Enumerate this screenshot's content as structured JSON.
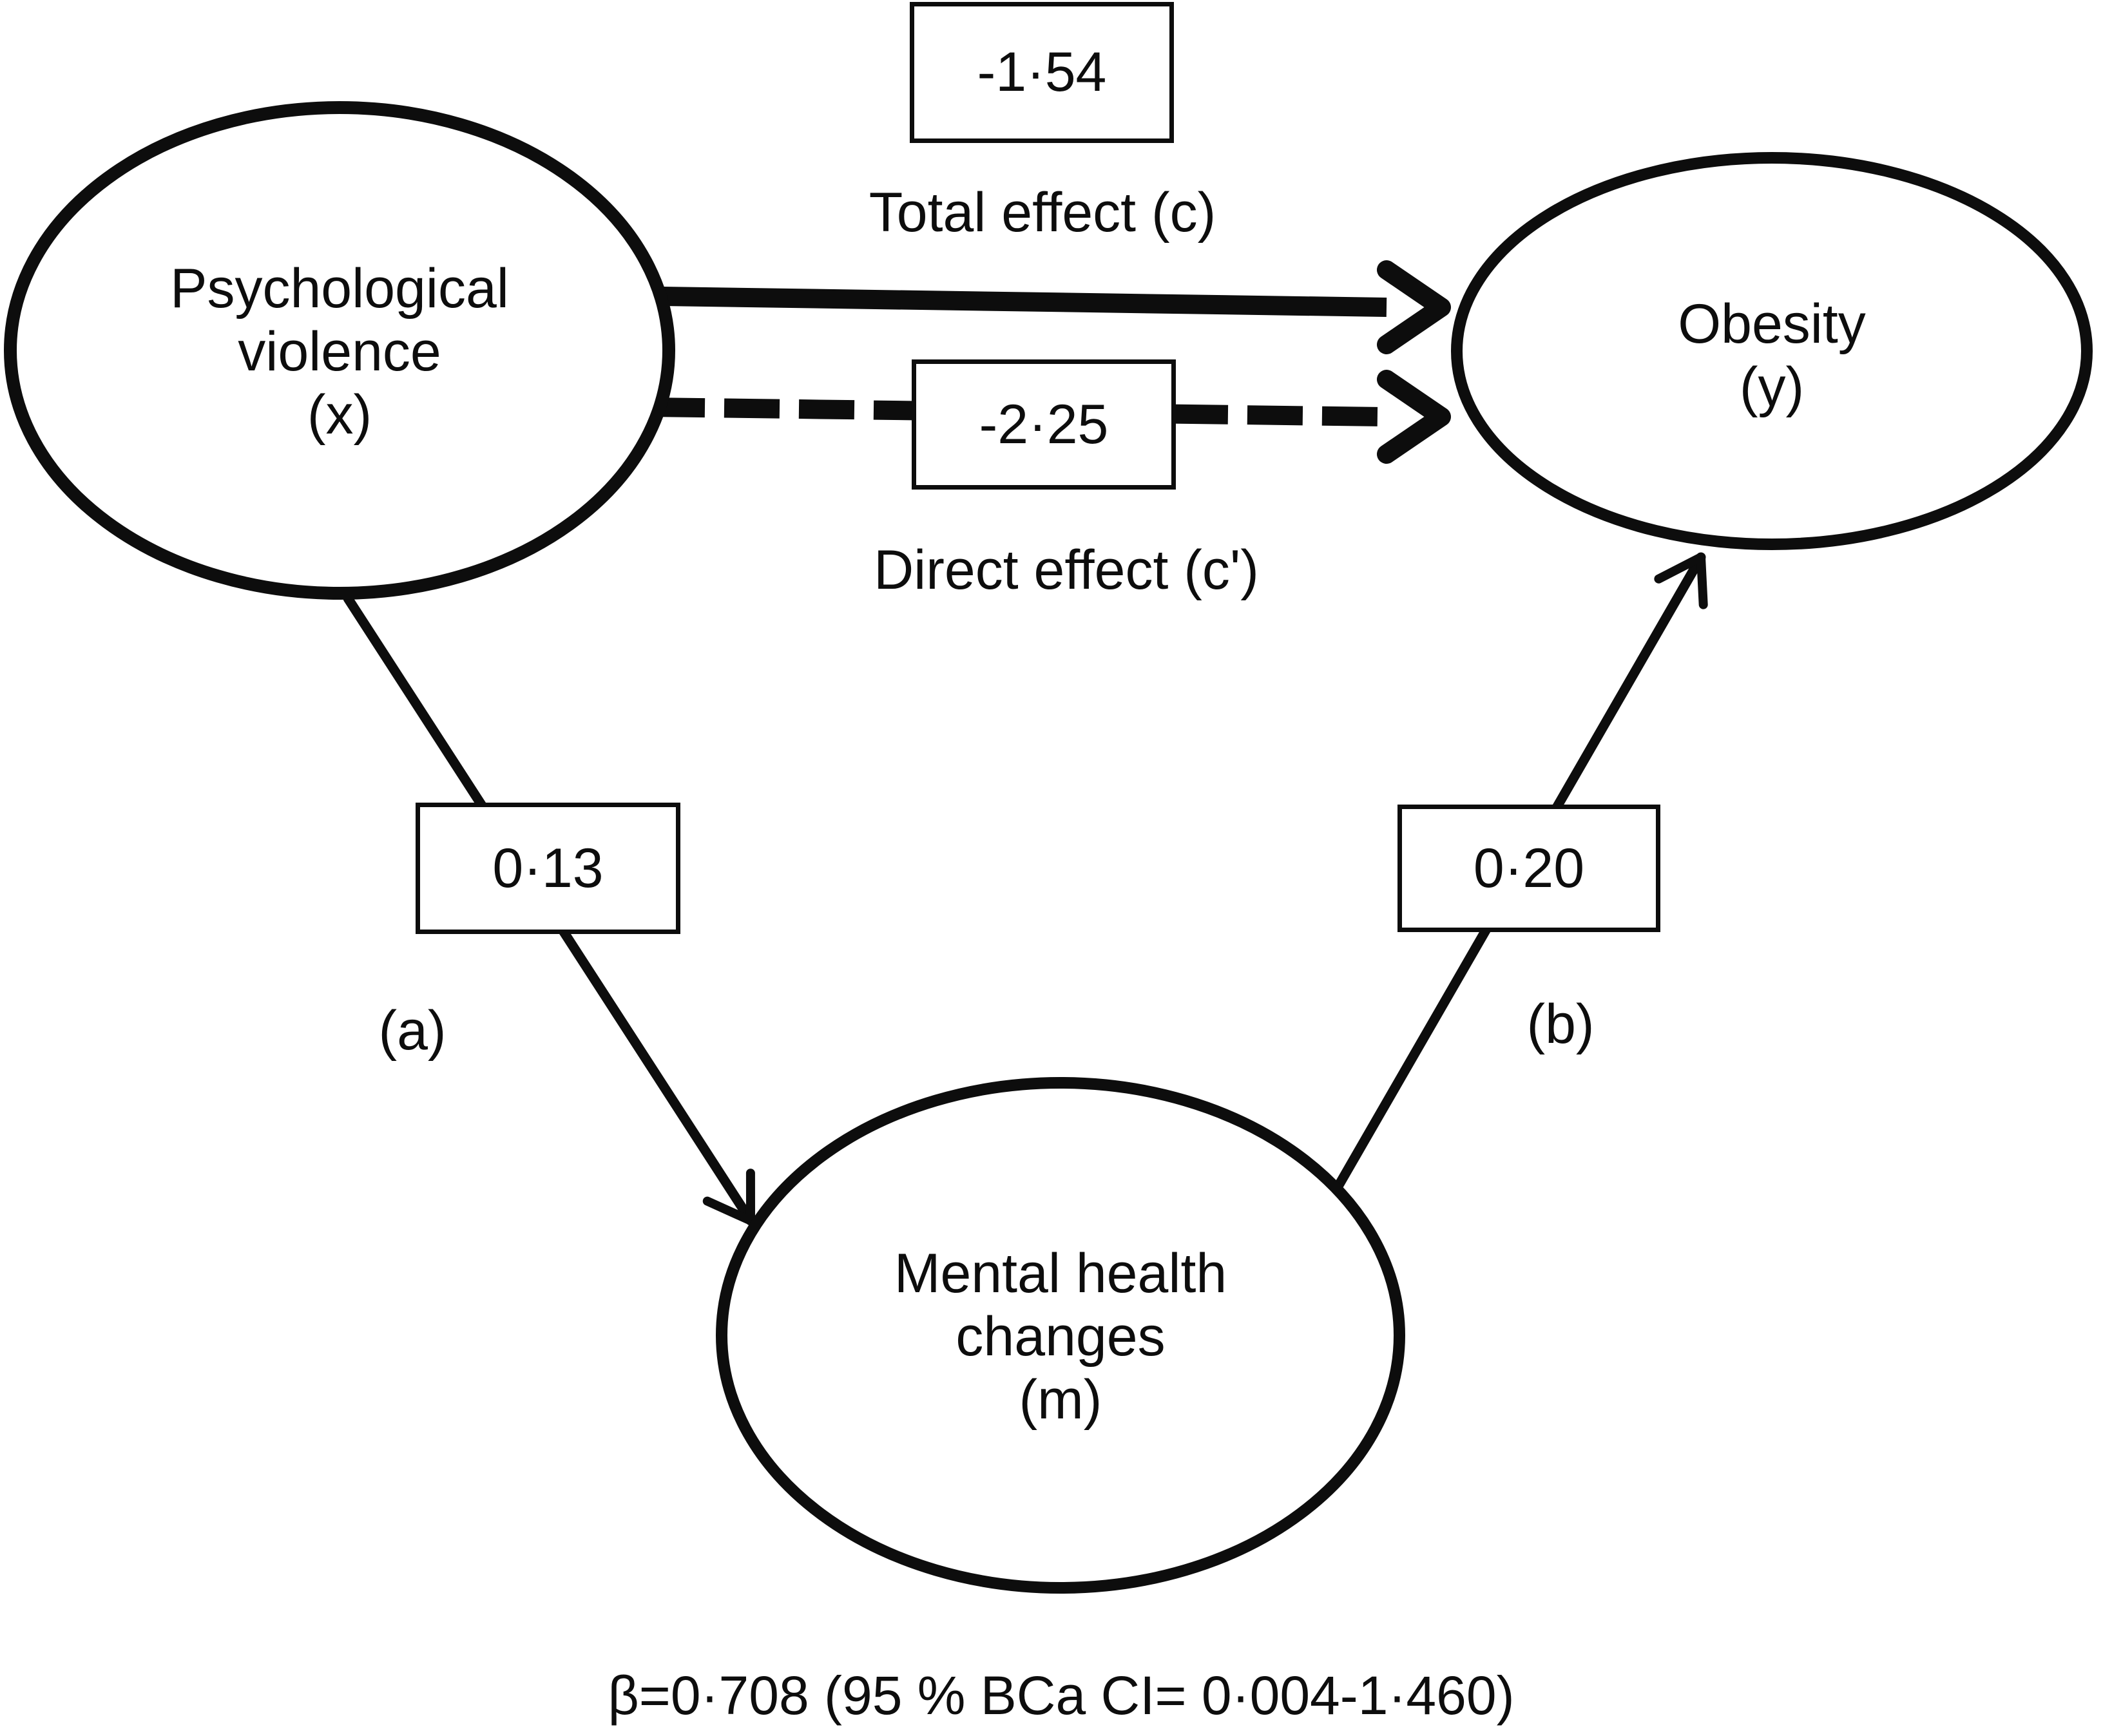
{
  "figure": {
    "background_color": "#ffffff",
    "ink_color": "#0d0d0d"
  },
  "nodes": {
    "x": {
      "label": "Psychological\nviolence\n(x)"
    },
    "y": {
      "label": "Obesity\n(y)"
    },
    "m": {
      "label": "Mental health\nchanges\n(m)"
    }
  },
  "paths": {
    "total": {
      "value": "-1·54",
      "label": "Total effect (c)"
    },
    "direct": {
      "value": "-2·25",
      "label": "Direct effect (c')"
    },
    "a": {
      "value": "0·13",
      "label": "(a)"
    },
    "b": {
      "value": "0·20",
      "label": "(b)"
    }
  },
  "footer": {
    "stat": "β=0·708 (95 % BCa CI= 0·004-1·460)"
  }
}
